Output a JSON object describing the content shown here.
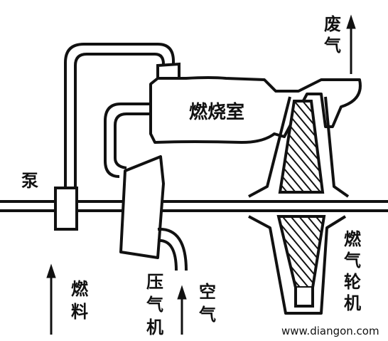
{
  "labels": {
    "combustion_chamber": "燃烧室",
    "exhaust": "废气",
    "pump": "泵",
    "fuel": "燃料",
    "compressor": "压气机",
    "air": "空气",
    "turbine": "燃气轮机"
  },
  "watermark": "www.diangon.com",
  "colors": {
    "ink": "#111111",
    "paper": "#ffffff"
  }
}
